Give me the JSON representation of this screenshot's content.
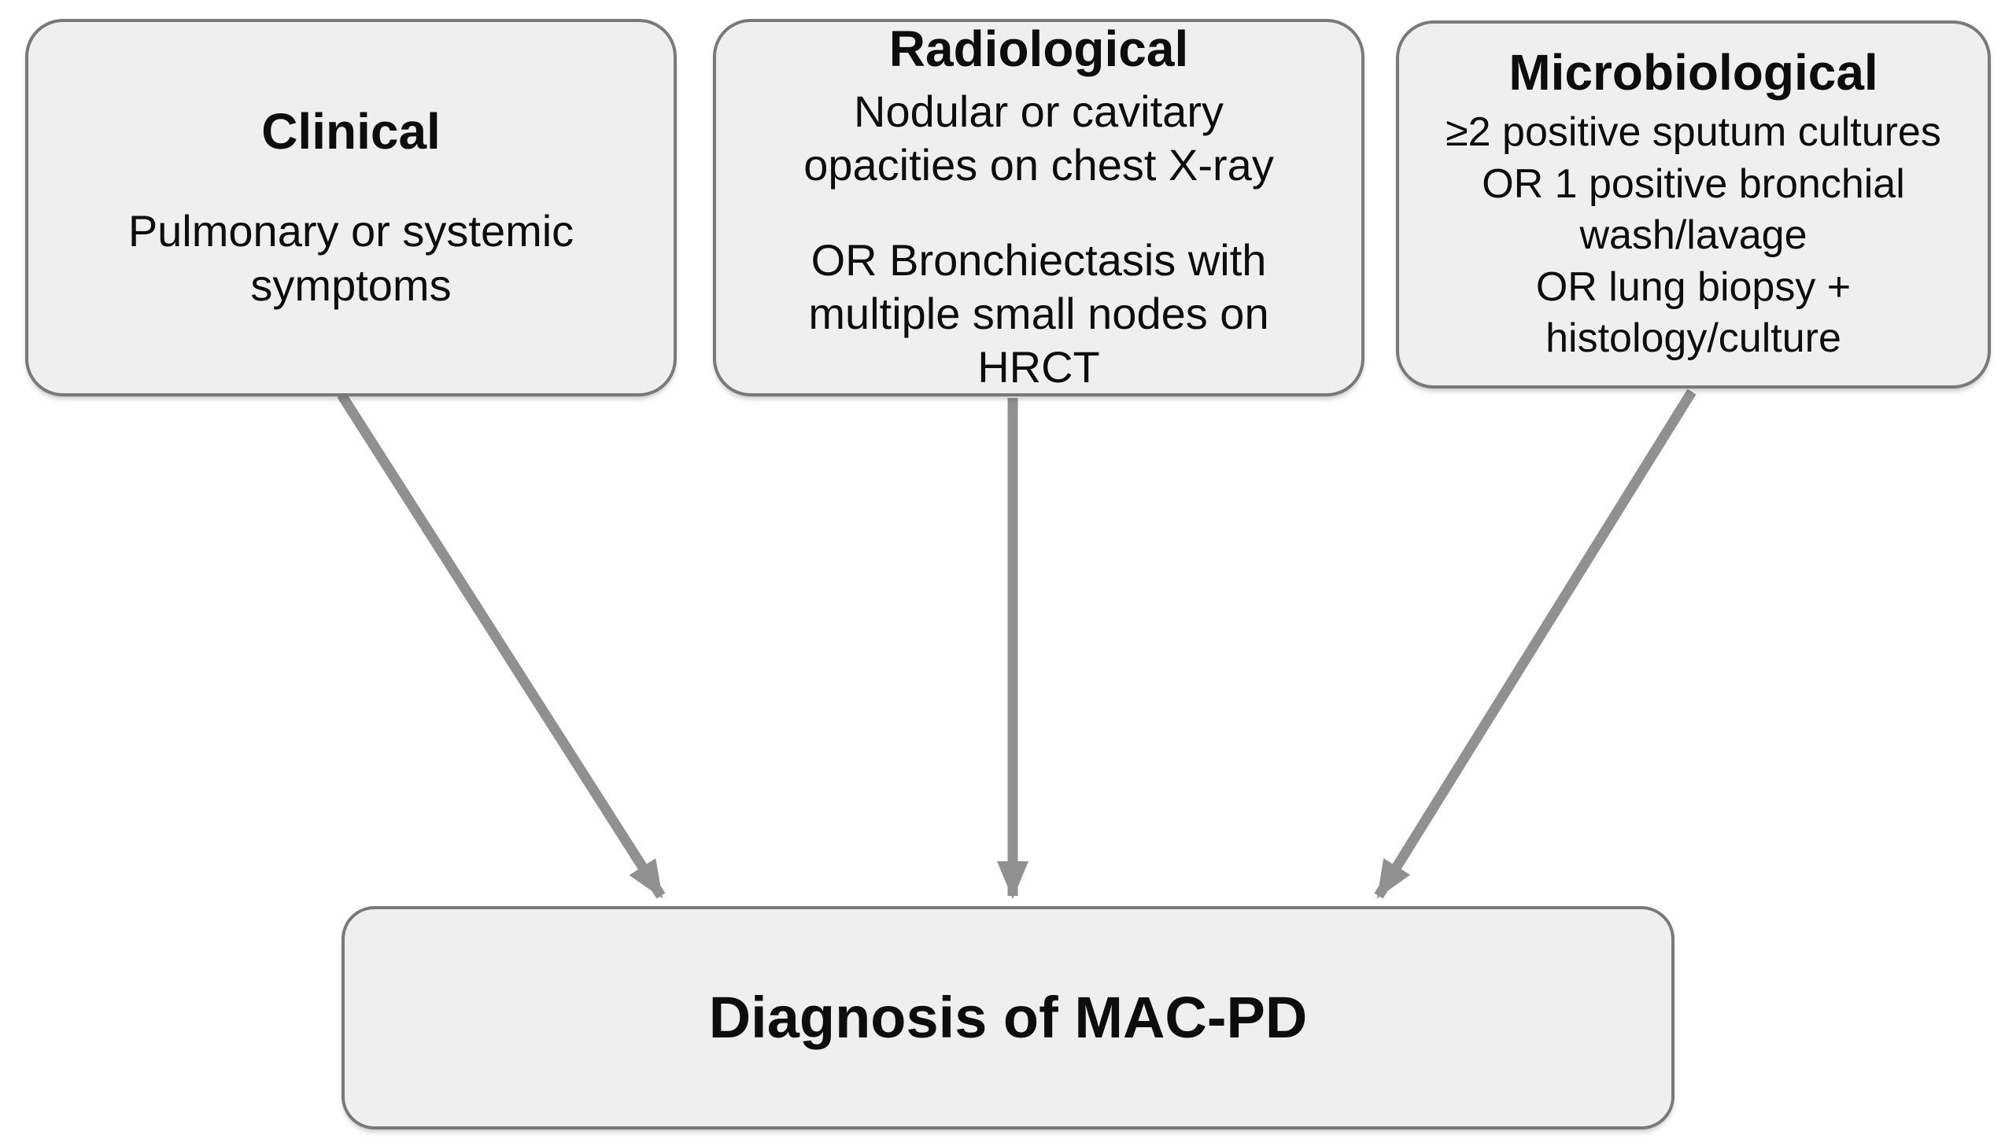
{
  "diagram": {
    "nodes": {
      "clinical": {
        "title": "Clinical",
        "body": "Pulmonary or systemic\nsymptoms"
      },
      "radiological": {
        "title": "Radiological",
        "body_primary": "Nodular or cavitary\nopacities on chest X-ray",
        "body_secondary": "OR Bronchiectasis with\nmultiple small nodes on\nHRCT"
      },
      "microbiological": {
        "title": "Microbiological",
        "body": "≥2 positive sputum cultures\nOR 1 positive bronchial\nwash/lavage\nOR lung biopsy +\nhistology/culture"
      },
      "diagnosis": {
        "title": "Diagnosis of MAC-PD"
      }
    },
    "arrows": [
      {
        "from": "clinical",
        "to": "diagnosis"
      },
      {
        "from": "radiological",
        "to": "diagnosis"
      },
      {
        "from": "microbiological",
        "to": "diagnosis"
      }
    ],
    "colors": {
      "background": "#ffffff",
      "node_fill": "#efefef",
      "node_border": "#797979",
      "arrow": "#909090",
      "text": "#0d0d0d"
    }
  }
}
